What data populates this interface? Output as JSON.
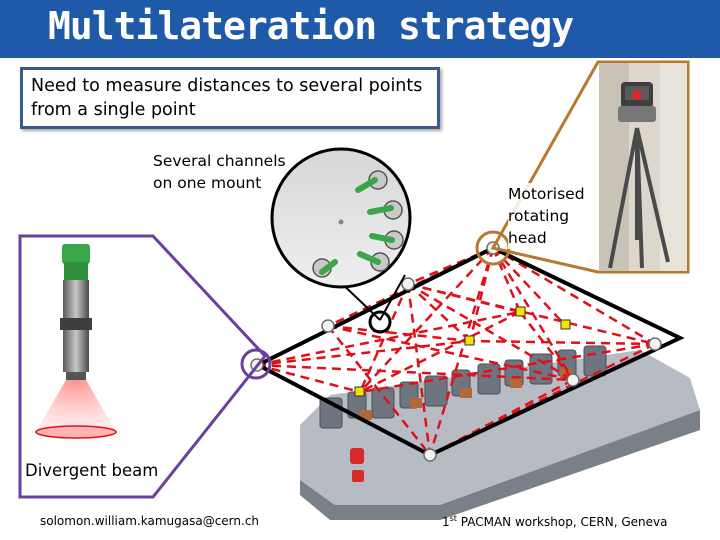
{
  "slide": {
    "title": "Multilateration strategy",
    "intro": "Need to measure distances to several points from a single point",
    "channels_label": "Several channels on one mount",
    "head_label": "Motorised rotating head",
    "beam_label": "Divergent beam",
    "footer_email": "solomon.william.kamugasa@cern.ch",
    "footer_event_ord": "1",
    "footer_event_sup": "st",
    "footer_event_rest": " PACMAN workshop, CERN, Geneva"
  },
  "colors": {
    "title_bar": "#1f5aa8",
    "callout_purple": "#6a3fa0",
    "callout_brown": "#b8782e",
    "laser_line": "#e0101a",
    "frame_line": "#000000",
    "target_yellow": "#f5e100",
    "fiber_green": "#3aa64a"
  },
  "icons": [
    "fiber-connector-icon",
    "laser-tracker-icon",
    "tripod-icon"
  ]
}
